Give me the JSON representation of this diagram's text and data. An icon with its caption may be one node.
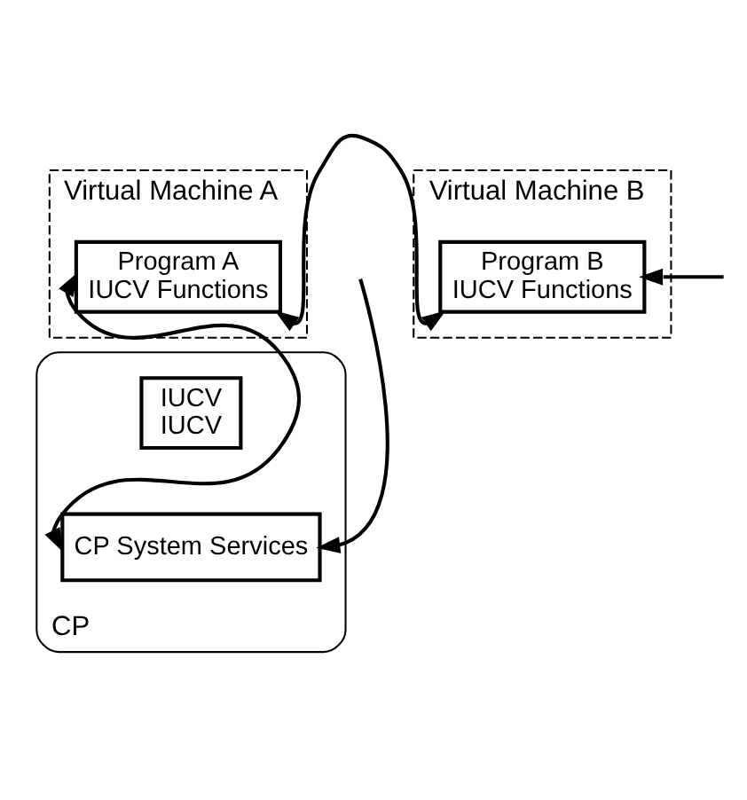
{
  "diagram": {
    "nodes": [
      {
        "text": [
          "Virtual Machine A"
        ]
      },
      {
        "text": [
          "Program A",
          "IUCV Functions"
        ],
        "in": 0
      },
      {
        "text": [
          "Virtual Machine B"
        ]
      },
      {
        "text": [
          "Program B",
          "IUCV Functions"
        ],
        "in": 2
      },
      {
        "text": [
          "CP"
        ]
      },
      {
        "text": [
          "IUCV",
          "IUCV"
        ],
        "in": 4
      },
      {
        "text": [
          "CP System Services"
        ],
        "in": 4
      }
    ],
    "edges": [
      {
        "from": 6,
        "to": 1,
        "arrow": "both"
      },
      {
        "from": 1,
        "to": 3,
        "arrow": "both"
      },
      {
        "from": null,
        "to": 3,
        "arrow": "to"
      },
      {
        "from": null,
        "to": 6,
        "arrow": "to"
      }
    ]
  }
}
